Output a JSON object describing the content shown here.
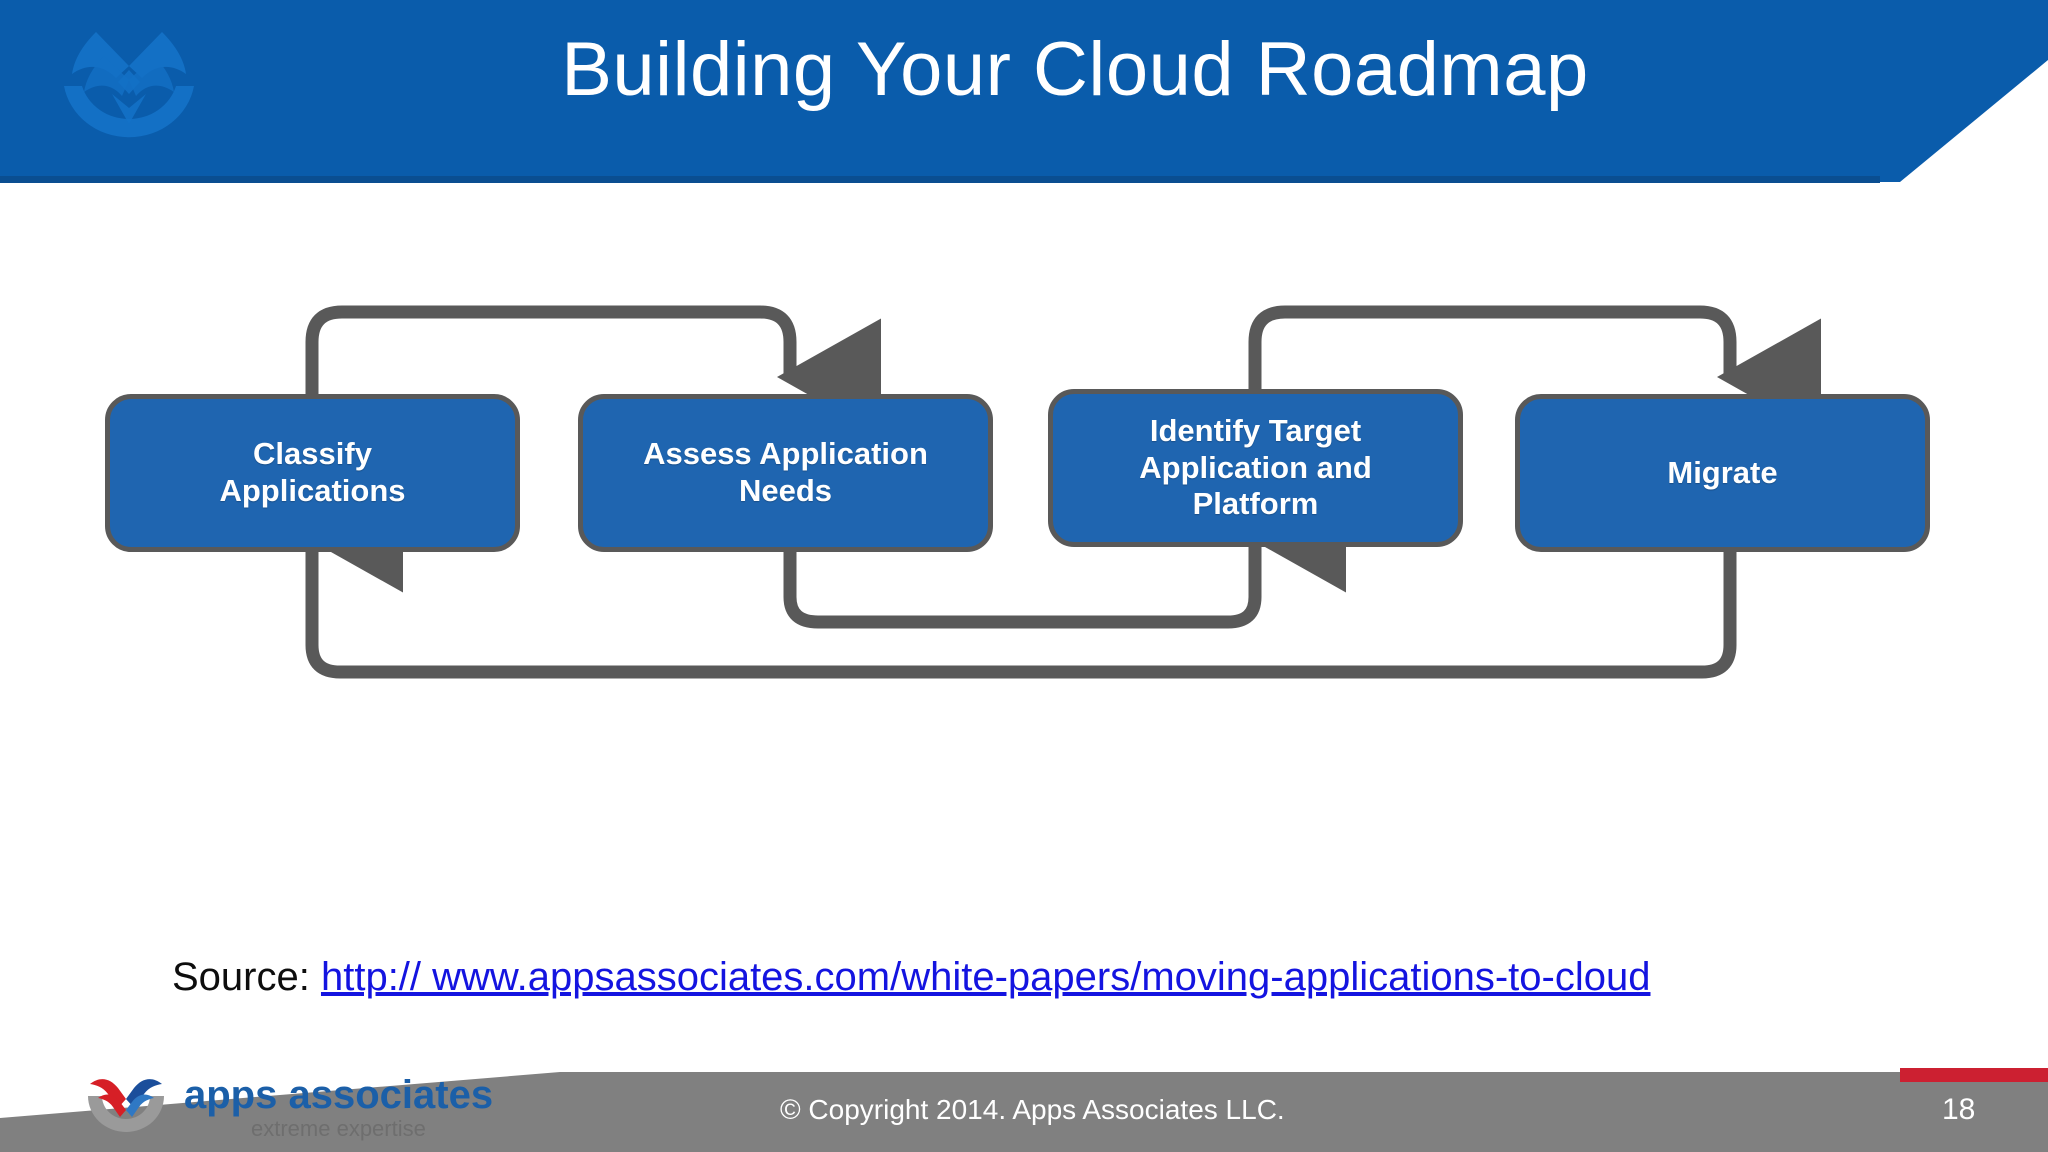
{
  "slide": {
    "title": "Building Your Cloud Roadmap",
    "page_number": "18",
    "colors": {
      "header_blue": "#0A5CAB",
      "box_blue": "#1F65B0",
      "box_border_gray": "#595959",
      "connector_gray": "#595959",
      "footer_gray": "#808080",
      "footer_red": "#CC2031",
      "link_blue": "#1414E0"
    }
  },
  "header": {
    "title": "Building Your Cloud Roadmap",
    "watermark_icon": "apps-associates-watermark-icon"
  },
  "diagram": {
    "type": "process-flow",
    "boxes": [
      {
        "id": "classify-applications",
        "label": "Classify\nApplications",
        "line1": "Classify",
        "line2": "Applications",
        "line3": ""
      },
      {
        "id": "assess-application-needs",
        "label": "Assess Application\nNeeds",
        "line1": "Assess Application",
        "line2": "Needs",
        "line3": ""
      },
      {
        "id": "identify-target-application-and-platform",
        "label": "Identify Target\nApplication and\nPlatform",
        "line1": "Identify Target",
        "line2": "Application and",
        "line3": "Platform"
      },
      {
        "id": "migrate",
        "label": "Migrate",
        "line1": "Migrate",
        "line2": "",
        "line3": ""
      }
    ],
    "connectors": [
      {
        "from": "classify-applications",
        "to": "assess-application-needs",
        "route": "over-top",
        "arrow": "down-into-target"
      },
      {
        "from": "identify-target-application-and-platform",
        "to": "migrate",
        "route": "over-top",
        "arrow": "down-into-target"
      },
      {
        "from": "assess-application-needs",
        "to": "identify-target-application-and-platform",
        "route": "under-bottom-shallow",
        "arrow": "up-into-target"
      },
      {
        "from": "migrate",
        "to": "classify-applications",
        "route": "under-bottom-deep",
        "arrow": "up-into-target"
      }
    ]
  },
  "source": {
    "label": "Source: ",
    "url_text": "http:// www.appsassociates.com/white-papers/moving-applications-to-cloud"
  },
  "footer": {
    "copyright": "© Copyright 2014. Apps Associates LLC.",
    "page_number": "18",
    "logo_primary": "apps associates",
    "logo_tagline": "extreme expertise",
    "logo_icon": "apps-associates-logo-icon"
  }
}
